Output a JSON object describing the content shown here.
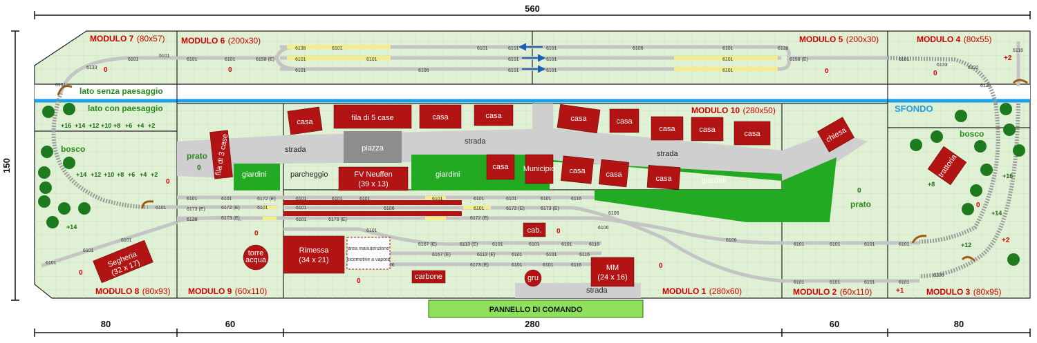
{
  "dimensions": {
    "total_length": "560",
    "height": "150",
    "bottom": [
      "80",
      "60",
      "280",
      "60",
      "80"
    ]
  },
  "modules": [
    {
      "name": "MODULO 7",
      "size": "(80x57)"
    },
    {
      "name": "MODULO 6",
      "size": "(200x30)"
    },
    {
      "name": "MODULO 5",
      "size": "(200x30)"
    },
    {
      "name": "MODULO 4",
      "size": "(80x55)"
    },
    {
      "name": "MODULO 10",
      "size": "(280x50)"
    },
    {
      "name": "MODULO 8",
      "size": "(80x93)"
    },
    {
      "name": "MODULO 9",
      "size": "(60x110)"
    },
    {
      "name": "MODULO 1",
      "size": "(280x60)"
    },
    {
      "name": "MODULO 2",
      "size": "(60x110)"
    },
    {
      "name": "MODULO 3",
      "size": "(80x95)"
    }
  ],
  "labels": {
    "lato_senza": "lato senza paesaggio",
    "lato_con": "lato con paesaggio",
    "sfondo": "SFONDO",
    "bosco": "bosco",
    "prato": "prato",
    "giardini": "giardini",
    "strada": "strada",
    "parcheggio": "parcheggio",
    "panel": "PANNELLO DI COMANDO",
    "zero": "0"
  },
  "buildings": {
    "casa": "casa",
    "fila5": "fila di 5 case",
    "piazza": "piazza",
    "fila3": "fila di 3 case",
    "fv_name": "FV Neuffen",
    "fv_size": "(39 x 13)",
    "municipio": "Municipio",
    "chiesa": "chiesa",
    "trattoria": "trattoria",
    "cab": "cab.",
    "torre1": "torre",
    "torre2": "acqua",
    "rimessa_name": "Rimessa",
    "rimessa_size": "(34 x 21)",
    "area1": "area manutenzione",
    "area2": "locomotive a vapore",
    "carbone": "carbone",
    "gru": "gru",
    "mm_name": "MM",
    "mm_size": "(24 x 16)",
    "segheria_name": "Segheria",
    "segheria_size": "(32 x 17)"
  },
  "elevations": {
    "m7_row": [
      "+16",
      "+14",
      "+12",
      "+10",
      "+8",
      "+6",
      "+4",
      "+2"
    ],
    "m8_row": [
      "+14",
      "+12",
      "+10",
      "+8",
      "+6",
      "+4",
      "+2"
    ],
    "m8_single": "+14",
    "m4_plus2": "+2",
    "m3_plus16": "+16",
    "m3_plus14": "+14",
    "m3_plus8": "+8",
    "m3_plus12": "+12",
    "m3_plus2": "+2",
    "m3_plus1": "+1"
  },
  "track_codes": {
    "t6101": "6101",
    "t6106": "6106",
    "t6138": "6138",
    "t6133": "6133",
    "t6131": "6131",
    "t6158": "6158 (E)",
    "t6116": "6116",
    "t6122": "6122",
    "t6120": "6120",
    "t6172": "6172 (E)",
    "t6173": "6173 (E)",
    "t6167": "6167 (E)",
    "t6113": "6113 (E)"
  },
  "colors": {
    "module_bg": "#dff0d4",
    "grid": "#c6ddb8",
    "blue_line": "#1aa0e8",
    "building": "#b21414",
    "road": "#cfcfcf",
    "garden": "#22aa22",
    "tree": "#1e7a1e",
    "track": "#bdbdbd",
    "track_yellow": "#f5ec8a",
    "panel": "#8fe05a"
  }
}
